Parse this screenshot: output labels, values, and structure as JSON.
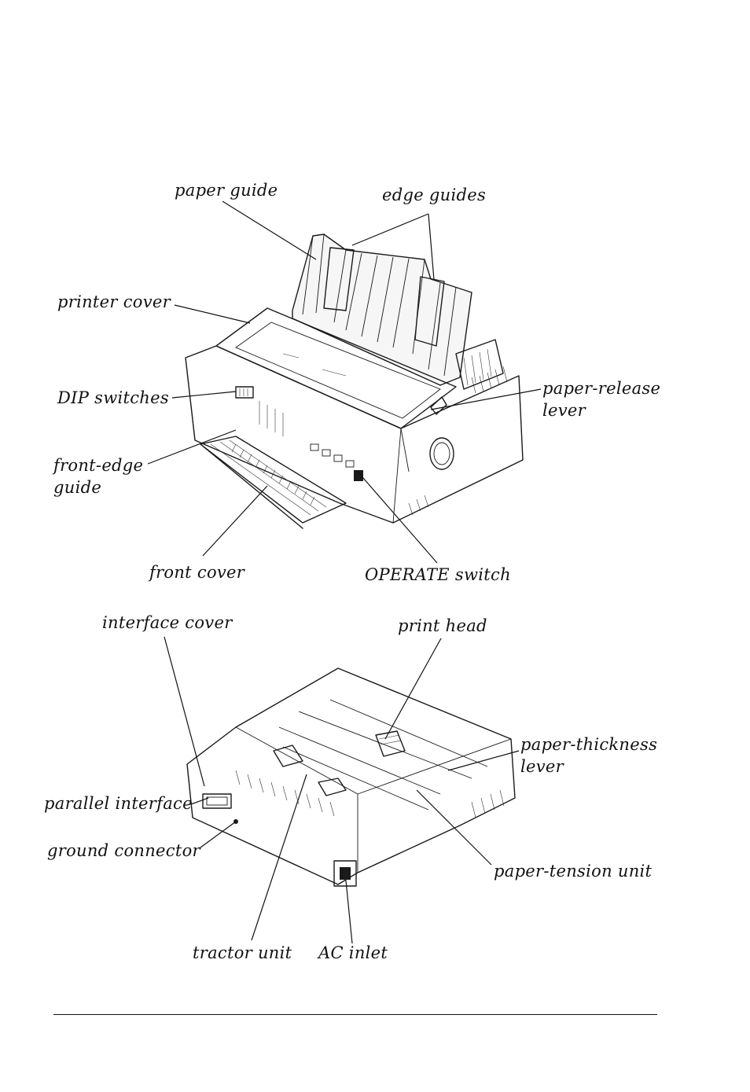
{
  "front_view": {
    "labels": {
      "paper_guide": "paper guide",
      "edge_guides": "edge guides",
      "printer_cover": "printer cover",
      "dip_switches": "DIP switches",
      "paper_release_1": "paper-release",
      "paper_release_2": "lever",
      "front_edge_1": "front-edge",
      "front_edge_2": "guide",
      "front_cover": "front cover",
      "operate_switch": "OPERATE switch"
    }
  },
  "rear_view": {
    "labels": {
      "interface_cover": "interface cover",
      "print_head": "print head",
      "paper_thickness_1": "paper-thickness",
      "paper_thickness_2": "lever",
      "parallel_interface": "parallel interface",
      "ground_connector": "ground connector",
      "paper_tension_unit": "paper-tension unit",
      "tractor_unit": "tractor unit",
      "ac_inlet": "AC inlet"
    }
  }
}
